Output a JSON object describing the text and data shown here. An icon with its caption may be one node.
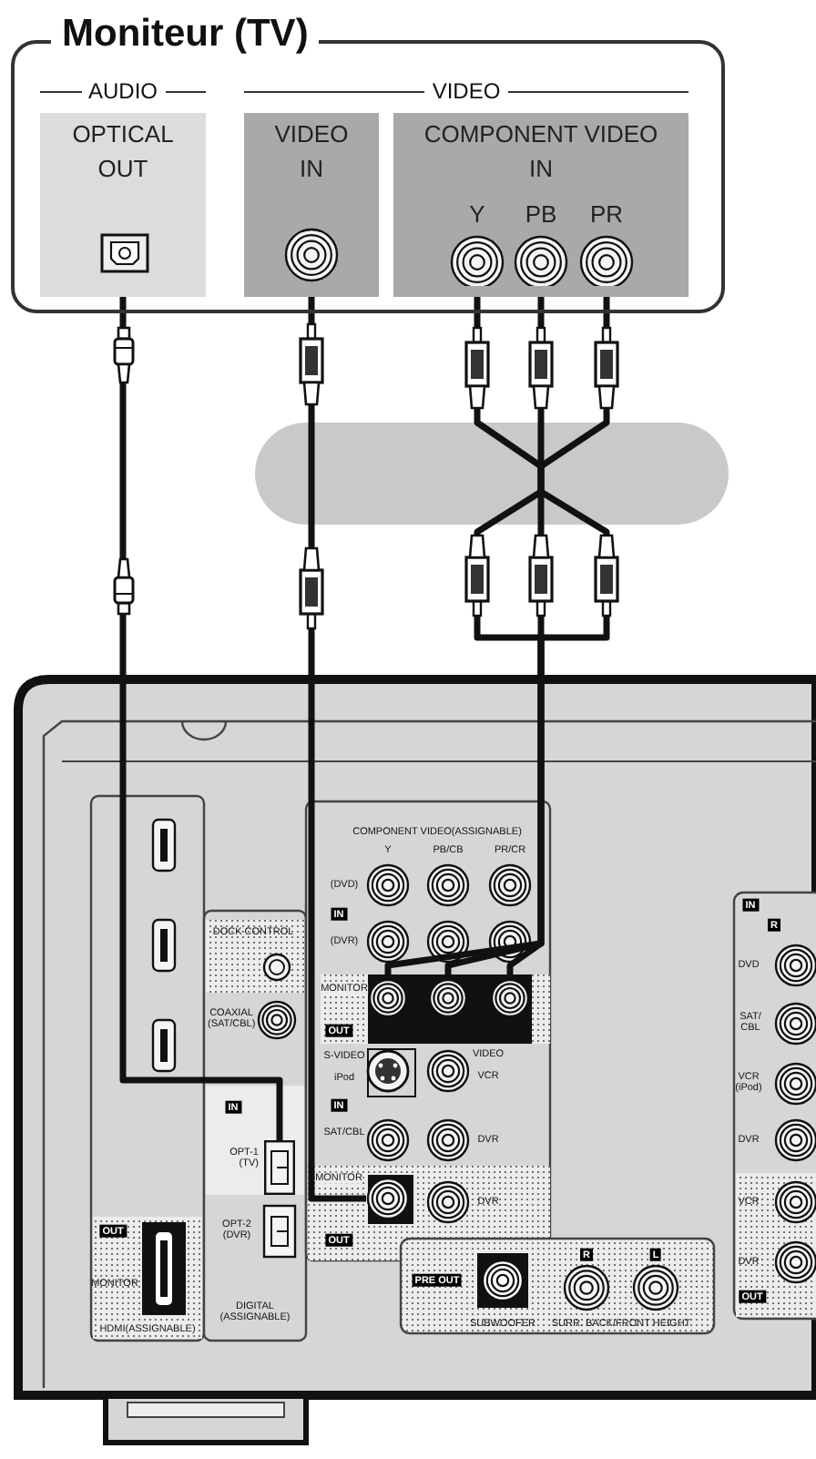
{
  "diagram": {
    "nodes": [
      {
        "text": [
          "Moniteur (TV)"
        ]
      },
      {
        "text": [
          "OPTICAL OUT"
        ],
        "in": 0
      },
      {
        "text": [
          "VIDEO IN"
        ],
        "in": 0
      },
      {
        "text": [
          "COMPONENT VIDEO IN"
        ],
        "in": 0
      },
      {
        "text": [
          "Y"
        ],
        "in": 3
      },
      {
        "text": [
          "PB"
        ],
        "in": 3
      },
      {
        "text": [
          "PR"
        ],
        "in": 3
      },
      {
        "text": [],
        "shape": "box",
        "beside": [
          "OPT-1 (TV)"
        ]
      },
      {
        "text": [],
        "shape": "circle"
      },
      {
        "text": [],
        "shape": "circle"
      },
      {
        "text": [],
        "shape": "circle"
      },
      {
        "text": [],
        "shape": "circle"
      }
    ],
    "edges": [
      {
        "from": 1,
        "to": 7,
        "arrow": "none"
      },
      {
        "from": 2,
        "to": 8,
        "arrow": "none"
      },
      {
        "from": 4,
        "to": 9,
        "arrow": "none"
      },
      {
        "from": 5,
        "to": 10,
        "arrow": "none"
      },
      {
        "from": 6,
        "to": 11,
        "arrow": "none"
      }
    ],
    "labels": [
      "AUDIO",
      "VIDEO",
      "COMPONENT VIDEO(ASSIGNABLE)",
      "Y",
      "PB/CB",
      "PR/CR",
      "(DVD)",
      "IN",
      "(DVR)",
      "DOCK CONTROL",
      "MONITOR",
      "OUT",
      "COAXIAL (SAT/CBL)",
      "S-VIDEO",
      "iPod",
      "VIDEO",
      "VCR",
      "IN",
      "SAT/CBL",
      "DVR",
      "IN",
      "MONITOR",
      "DVR",
      "OUT",
      "OPT-2 (DVR)",
      "OUT",
      "MONITOR",
      "HDMI(ASSIGNABLE)",
      "DIGITAL (ASSIGNABLE)",
      "PRE OUT",
      "R",
      "L",
      "SUBWOOFER",
      "SURR. BACK/FRONT HEIGHT",
      "IN",
      "R",
      "DVD",
      "SAT/ CBL",
      "VCR (iPod)",
      "DVR",
      "VCR",
      "DVR",
      "OUT"
    ]
  }
}
